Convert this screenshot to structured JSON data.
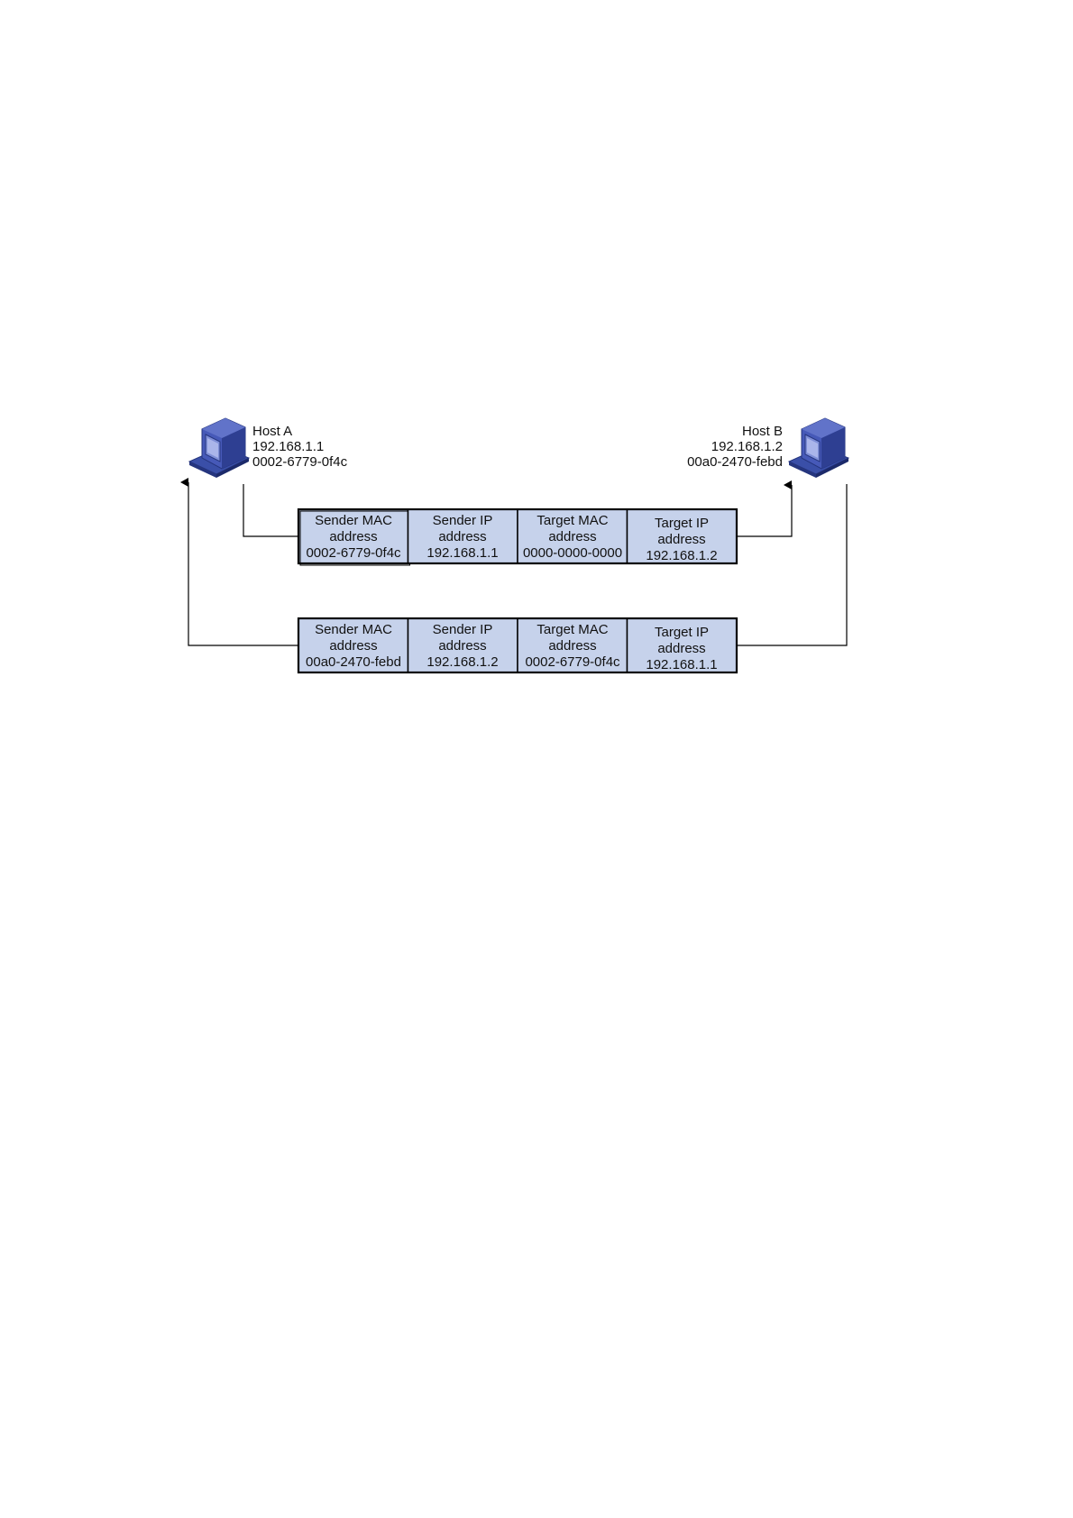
{
  "hosts": {
    "a": {
      "name": "Host A",
      "ip": "192.168.1.1",
      "mac": "0002-6779-0f4c",
      "icon": "computer-icon"
    },
    "b": {
      "name": "Host B",
      "ip": "192.168.1.2",
      "mac": "00a0-2470-febd",
      "icon": "computer-icon"
    }
  },
  "packets": [
    {
      "id": "request",
      "fields": [
        {
          "line1": "Sender MAC",
          "line2": "address",
          "line3": "0002-6779-0f4c"
        },
        {
          "line1": "Sender IP",
          "line2": "address",
          "line3": "192.168.1.1"
        },
        {
          "line1": "Target MAC",
          "line2": "address",
          "line3": "0000-0000-0000"
        },
        {
          "line1": "Target IP",
          "line2": "address",
          "line3": "192.168.1.2"
        }
      ]
    },
    {
      "id": "reply",
      "fields": [
        {
          "line1": "Sender MAC",
          "line2": "address",
          "line3": "00a0-2470-febd"
        },
        {
          "line1": "Sender IP",
          "line2": "address",
          "line3": "192.168.1.2"
        },
        {
          "line1": "Target MAC",
          "line2": "address",
          "line3": "0002-6779-0f4c"
        },
        {
          "line1": "Target IP",
          "line2": "address",
          "line3": "192.168.1.1"
        }
      ]
    }
  ],
  "colors": {
    "cell_fill": "#c6d2eb",
    "computer": "#3a4fa8",
    "line": "#000000"
  }
}
